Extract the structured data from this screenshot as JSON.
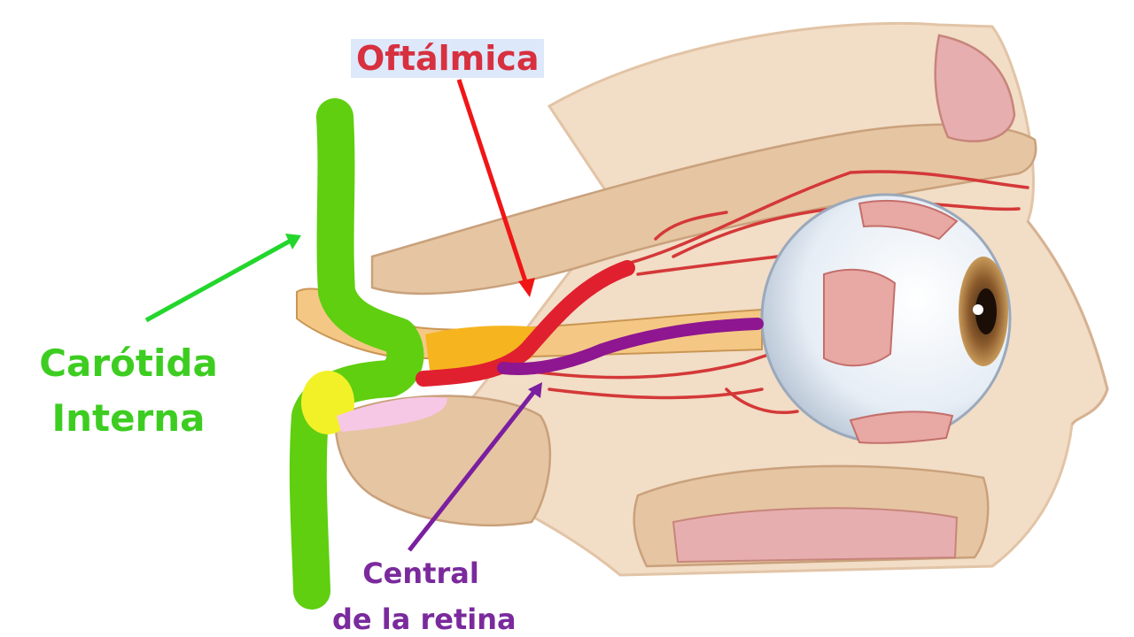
{
  "labels": {
    "ophthalmic": "Oftálmica",
    "carotid_line1": "Carótida",
    "carotid_line2": "Interna",
    "central_line1": "Central",
    "central_line2": "de la retina"
  },
  "colors": {
    "carotid": "#5fcf10",
    "ophthalmic": "#e0202f",
    "central_retinal": "#8e1690",
    "carotid_label": "#3dcd21",
    "ophthalmic_label": "#d7303f",
    "central_label": "#7a2a9c",
    "ophthalmic_label_bg": "#dde8fb",
    "bone": "#ebcfb3",
    "artery_branches": "#d43838"
  }
}
